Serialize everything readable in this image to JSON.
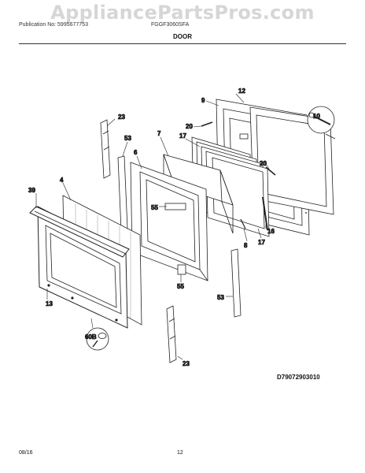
{
  "watermark": "AppliancePartsPros.com",
  "header": {
    "publication": "Publication No: 5995677753",
    "model": "FGGF3060SFA",
    "section_title": "DOOR"
  },
  "callouts": {
    "c12": "12",
    "c9": "9",
    "c10": "10",
    "c20a": "20",
    "c20b": "20",
    "c23a": "23",
    "c53a": "53",
    "c7": "7",
    "c17a": "17",
    "c6": "6",
    "c4": "4",
    "c39": "39",
    "c55a": "55",
    "c16": "16",
    "c8": "8",
    "c17b": "17",
    "c55b": "55",
    "c13": "13",
    "c53b": "53",
    "c60b": "60B",
    "c23b": "23"
  },
  "diagram_code": "D79072903010",
  "footer": {
    "date": "08/16",
    "page": "12"
  }
}
